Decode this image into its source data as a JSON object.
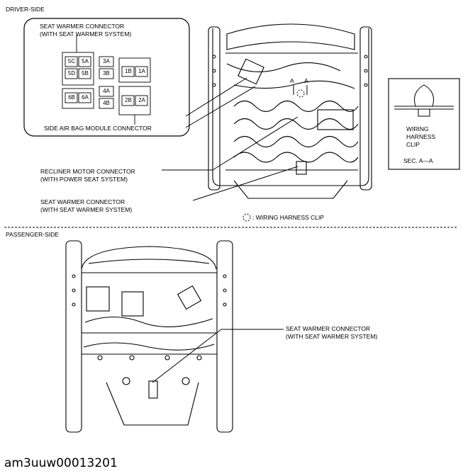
{
  "driver": {
    "section_title": "DRIVER-SIDE",
    "warmer_conn_line1": "SEAT WARMER CONNECTOR",
    "warmer_conn_line2": "(WITH SEAT WARMER SYSTEM)",
    "airbag_conn": "SIDE AIR BAG MODULE CONNECTOR",
    "recliner_line1": "RECLINER MOTOR CONNECTOR",
    "recliner_line2": "(WITH POWER SEAT SYSTEM)",
    "warmer2_line1": "SEAT WARMER CONNECTOR",
    "warmer2_line2": "(WITH SEAT WARMER SYSTEM)",
    "clip_legend": ": WIRING HARNESS CLIP",
    "section_marks": [
      "A",
      "A"
    ],
    "pins": [
      "5C",
      "5A",
      "5D",
      "5B",
      "3A",
      "3B",
      "1B",
      "1A",
      "6B",
      "6A",
      "4A",
      "4B",
      "2B",
      "2A"
    ]
  },
  "detail": {
    "line1": "WIRING",
    "line2": "HARNESS",
    "line3": "CLIP",
    "section": "SEC. A—A"
  },
  "passenger": {
    "section_title": "PASSENGER-SIDE",
    "warmer_line1": "SEAT WARMER CONNECTOR",
    "warmer_line2": "(WITH SEAT WARMER SYSTEM)"
  },
  "figure_id": "am3uuw00013201"
}
